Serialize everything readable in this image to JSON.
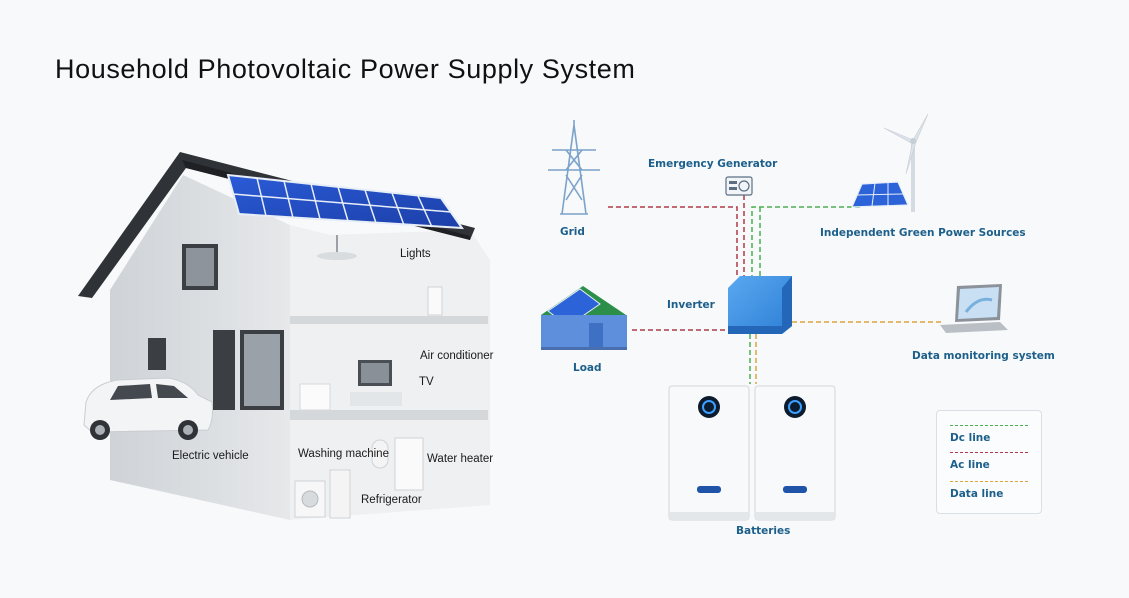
{
  "title": "Household Photovoltaic Power Supply System",
  "house_labels": {
    "lights": "Lights",
    "air_conditioner": "Air conditioner",
    "tv": "TV",
    "electric_vehicle": "Electric vehicle",
    "washing_machine": "Washing machine",
    "water_heater": "Water heater",
    "refrigerator": "Refrigerator"
  },
  "system_labels": {
    "grid": "Grid",
    "emergency_generator": "Emergency Generator",
    "green_power": "Independent Green Power Sources",
    "load": "Load",
    "inverter": "Inverter",
    "data_monitoring": "Data monitoring system",
    "batteries": "Batteries"
  },
  "legend": {
    "items": [
      {
        "label": "Dc line",
        "color": "#4caf50"
      },
      {
        "label": "Ac line",
        "color": "#b03a48"
      },
      {
        "label": "Data line",
        "color": "#e0a23a"
      }
    ]
  },
  "colors": {
    "dc": "#4caf50",
    "ac": "#b03a48",
    "data": "#e0a23a",
    "label_blue": "#1c5f8a"
  }
}
